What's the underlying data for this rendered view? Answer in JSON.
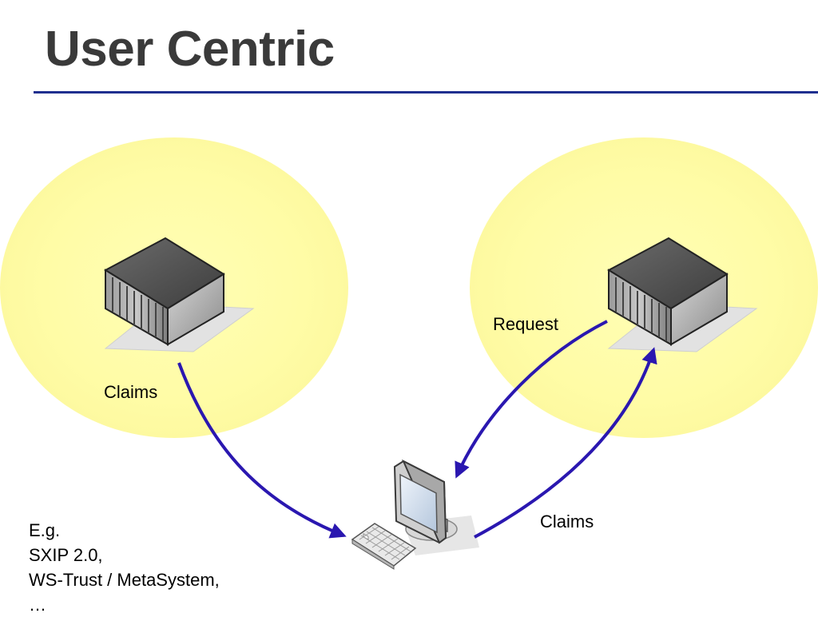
{
  "slide": {
    "title": "User Centric"
  },
  "labels": {
    "claims_left": "Claims",
    "request": "Request",
    "claims_right": "Claims"
  },
  "notes": [
    "E.g.",
    "SXIP 2.0,",
    "WS-Trust / MetaSystem,",
    "…"
  ],
  "colors": {
    "title_rule": "#1f2f8f",
    "arrow": "#2a17b0",
    "bubble": "#ffffa8"
  },
  "icons": {
    "left_server": "server-icon",
    "right_server": "server-icon",
    "client": "computer-icon"
  }
}
